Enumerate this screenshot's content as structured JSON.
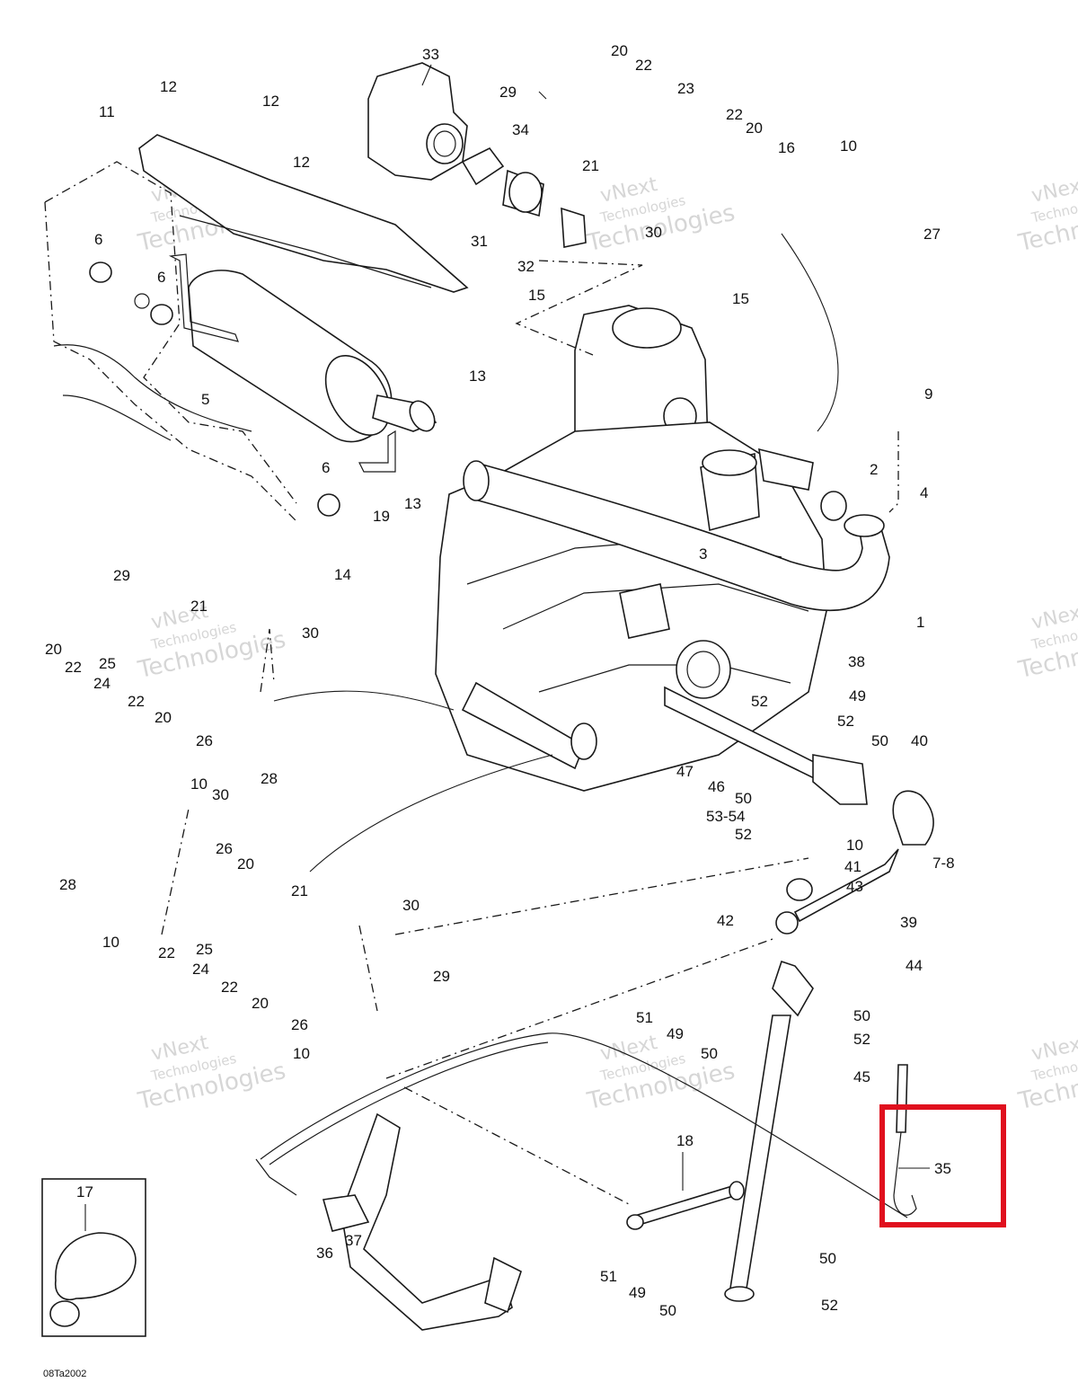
{
  "figure_code": "08Ta2002",
  "watermark": {
    "line1": "vNext",
    "line2": "Technologies",
    "line3": "Technologies",
    "color": "#c9c9c9"
  },
  "highlight": {
    "color": "#e0101e",
    "target": "35"
  },
  "callouts": {
    "c33": "33",
    "c20a": "20",
    "c22a": "22",
    "c29a": "29",
    "c23": "23",
    "c22b": "22",
    "c20b": "20",
    "c16": "16",
    "c10a": "10",
    "c21a": "21",
    "c34": "34",
    "c12a": "12",
    "c12b": "12",
    "c11": "11",
    "c12c": "12",
    "c30a": "30",
    "c27": "27",
    "c31": "31",
    "c32": "32",
    "c6a": "6",
    "c6b": "6",
    "c15a": "15",
    "c15b": "15",
    "c5": "5",
    "c13a": "13",
    "c9": "9",
    "c6c": "6",
    "c13b": "13",
    "c2": "2",
    "c4": "4",
    "c19": "19",
    "c14": "14",
    "c3": "3",
    "c1": "1",
    "c29b": "29",
    "c21b": "21",
    "c30b": "30",
    "c20c": "20",
    "c25a": "25",
    "c22c": "22",
    "c24a": "24",
    "c22d": "22",
    "c20d": "20",
    "c26a": "26",
    "c10b": "10",
    "c28a": "28",
    "c38": "38",
    "c49a": "49",
    "c52a": "52",
    "c52b": "52",
    "c50a": "50",
    "c47": "47",
    "c46": "46",
    "c50b": "50",
    "c40": "40",
    "c5354": "53-54",
    "c52c": "52",
    "c10c": "10",
    "c78": "7-8",
    "c41": "41",
    "c43": "43",
    "c42": "42",
    "c39": "39",
    "c44": "44",
    "c30c": "30",
    "c26b": "26",
    "c20e": "20",
    "c28b": "28",
    "c21c": "21",
    "c30d": "30",
    "c10d": "10",
    "c22e": "22",
    "c25b": "25",
    "c24b": "24",
    "c22f": "22",
    "c20f": "20",
    "c29c": "29",
    "c26c": "26",
    "c10e": "10",
    "c51a": "51",
    "c50c": "50",
    "c49b": "49",
    "c52d": "52",
    "c50d": "50",
    "c45": "45",
    "c18": "18",
    "c35": "35",
    "c17": "17",
    "c37": "37",
    "c36": "36",
    "c51b": "51",
    "c50e": "50",
    "c49c": "49",
    "c50f": "50",
    "c52e": "52"
  }
}
